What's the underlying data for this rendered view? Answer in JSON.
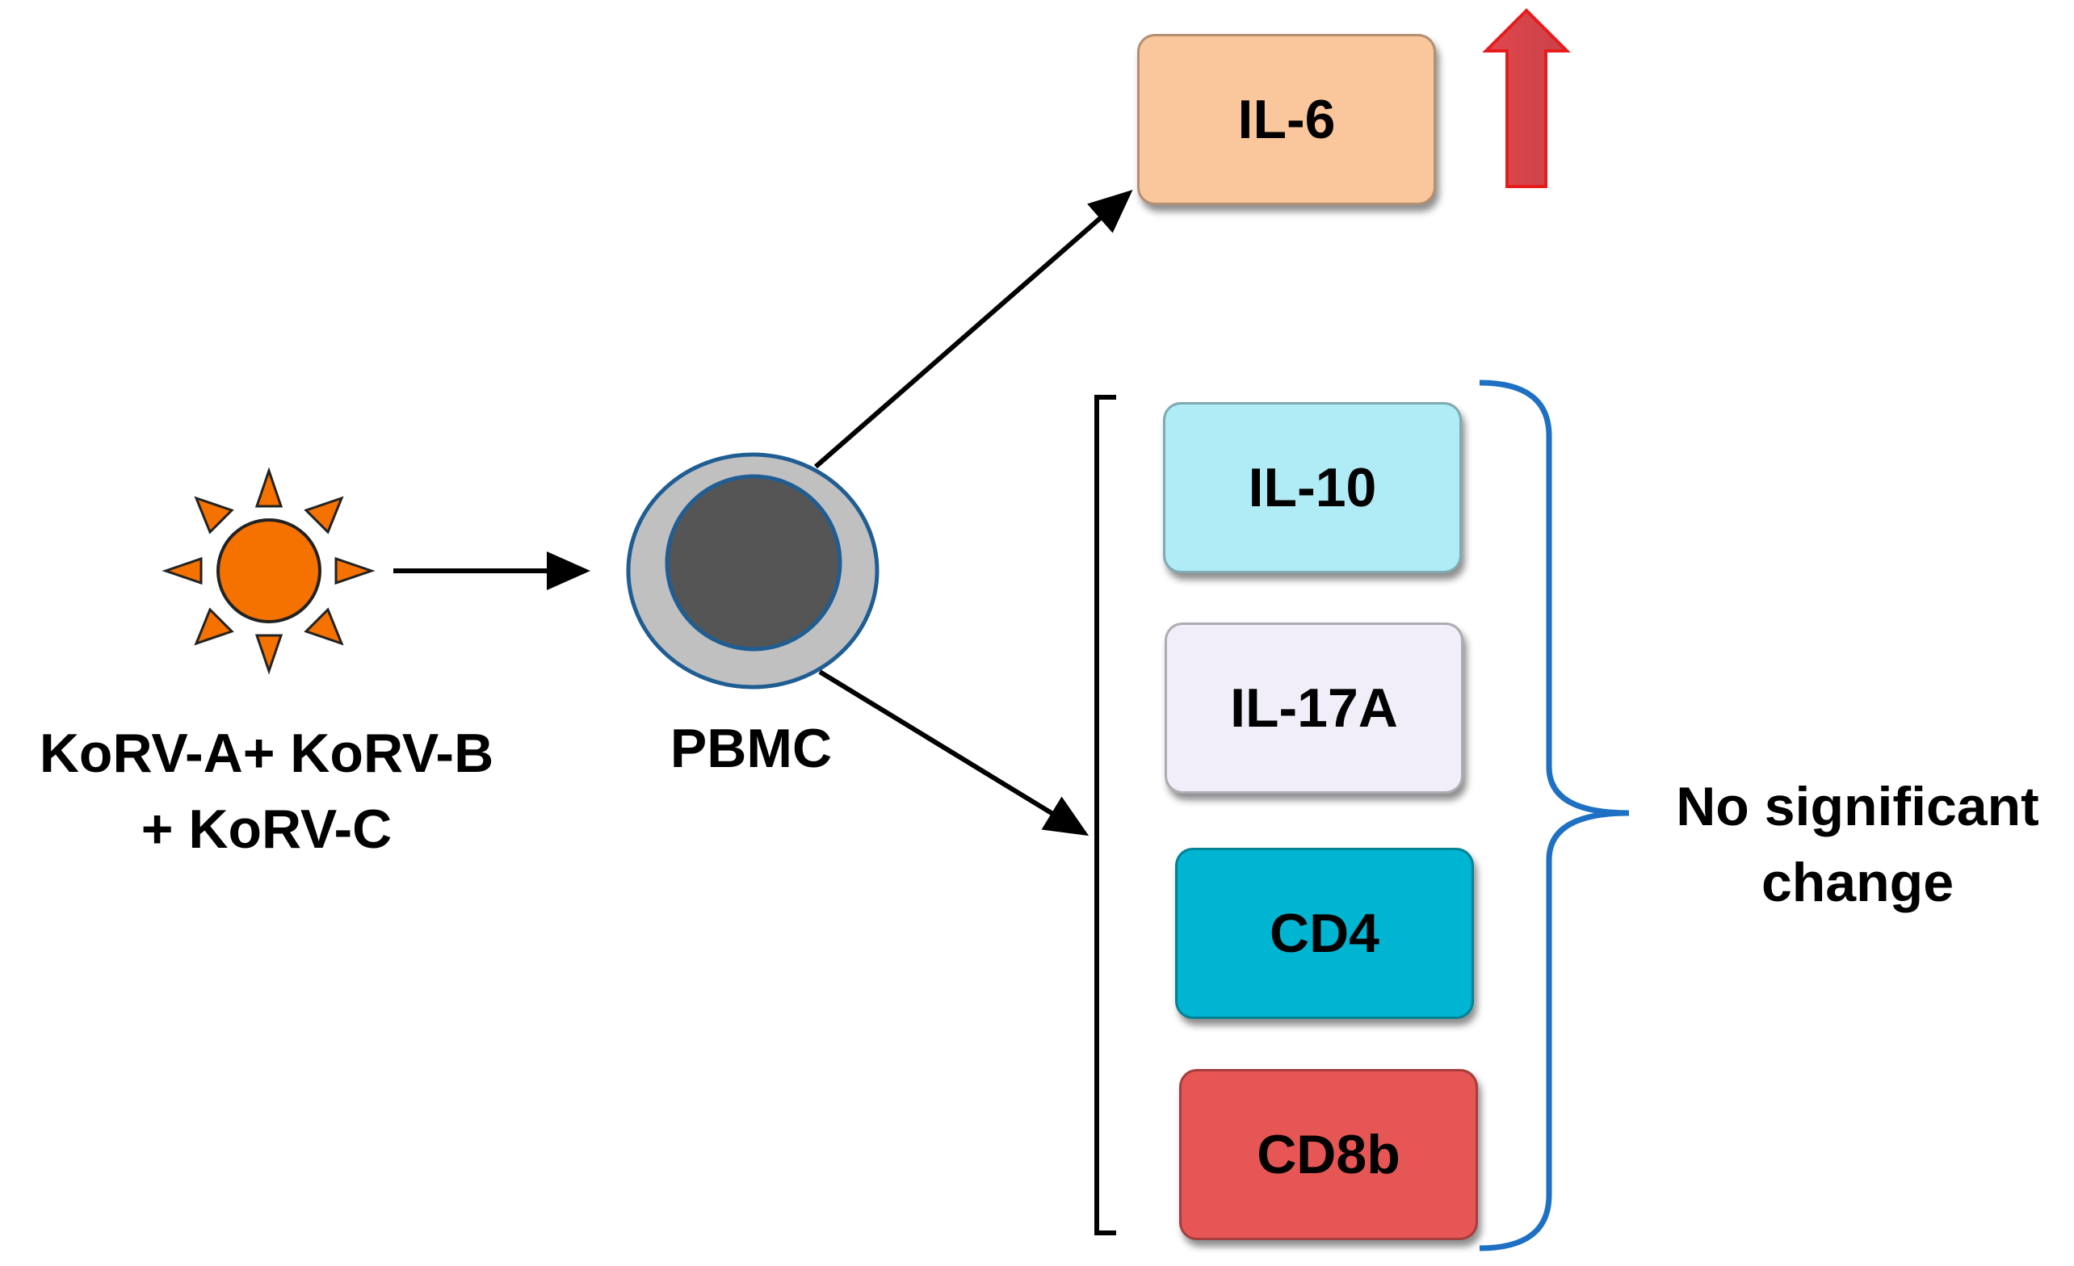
{
  "stimulus": {
    "line1": "KoRV-A+ KoRV-B",
    "line2": "+ KoRV-C",
    "icon": "virus-sun-icon",
    "icon_color": "#F57200"
  },
  "cell": {
    "label": "PBMC",
    "icon": "cell-icon",
    "nucleus_color": "#555555",
    "membrane_color": "#C0C0C0"
  },
  "upregulated": {
    "label": "IL-6",
    "color": "#FAC79C",
    "indicator": "up-arrow-icon",
    "indicator_color": "#E0474C"
  },
  "unchanged": {
    "items": [
      {
        "label": "IL-10",
        "color": "#B0ECF5"
      },
      {
        "label": "IL-17A",
        "color": "#F2EEF9"
      },
      {
        "label": "CD4",
        "color": "#00B5D2"
      },
      {
        "label": "CD8b",
        "color": "#E55655"
      }
    ],
    "summary_line1": "No significant",
    "summary_line2": "change",
    "brace_color": "#1D70C3"
  }
}
